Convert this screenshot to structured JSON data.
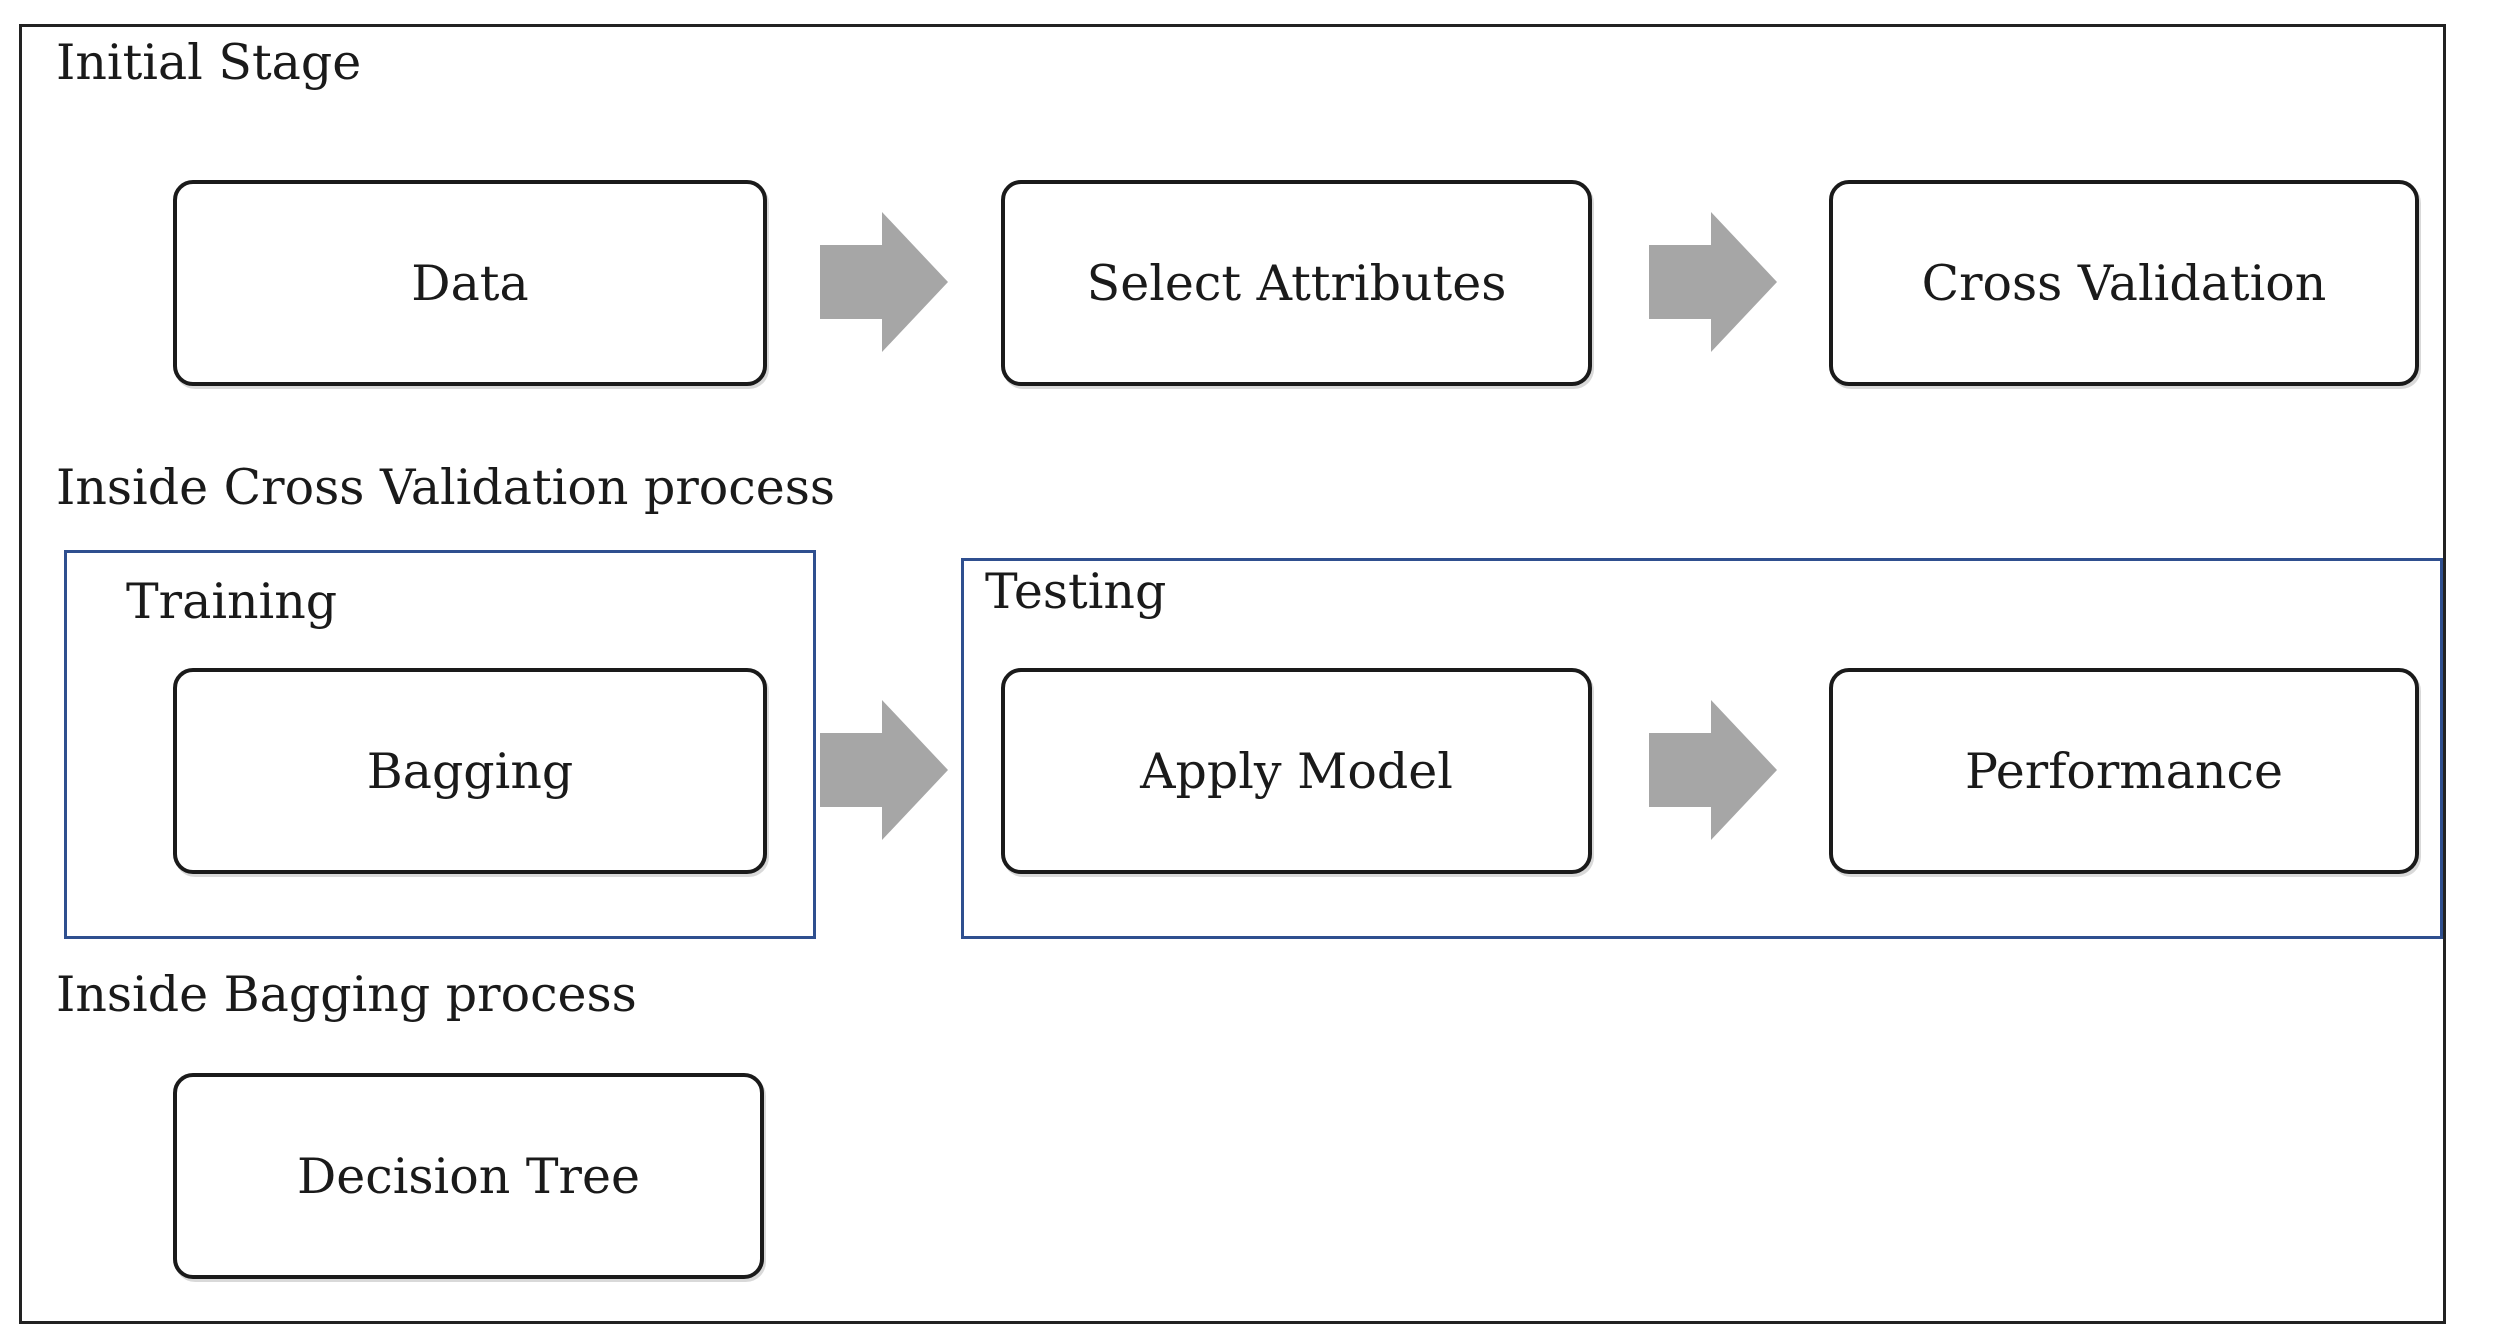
{
  "sections": {
    "initial": "Initial Stage",
    "cross_validation": "Inside Cross Validation process",
    "bagging": "Inside Bagging process"
  },
  "groups": {
    "training": "Training",
    "testing": "Testing"
  },
  "nodes": {
    "data": "Data",
    "select_attributes": "Select Attributes",
    "cross_validation": "Cross Validation",
    "bagging": "Bagging",
    "apply_model": "Apply Model",
    "performance": "Performance",
    "decision_tree": "Decision Tree"
  },
  "colors": {
    "arrow": "#a6a6a6",
    "group_border": "#2f4f8f",
    "node_border": "#1a1a1a"
  }
}
